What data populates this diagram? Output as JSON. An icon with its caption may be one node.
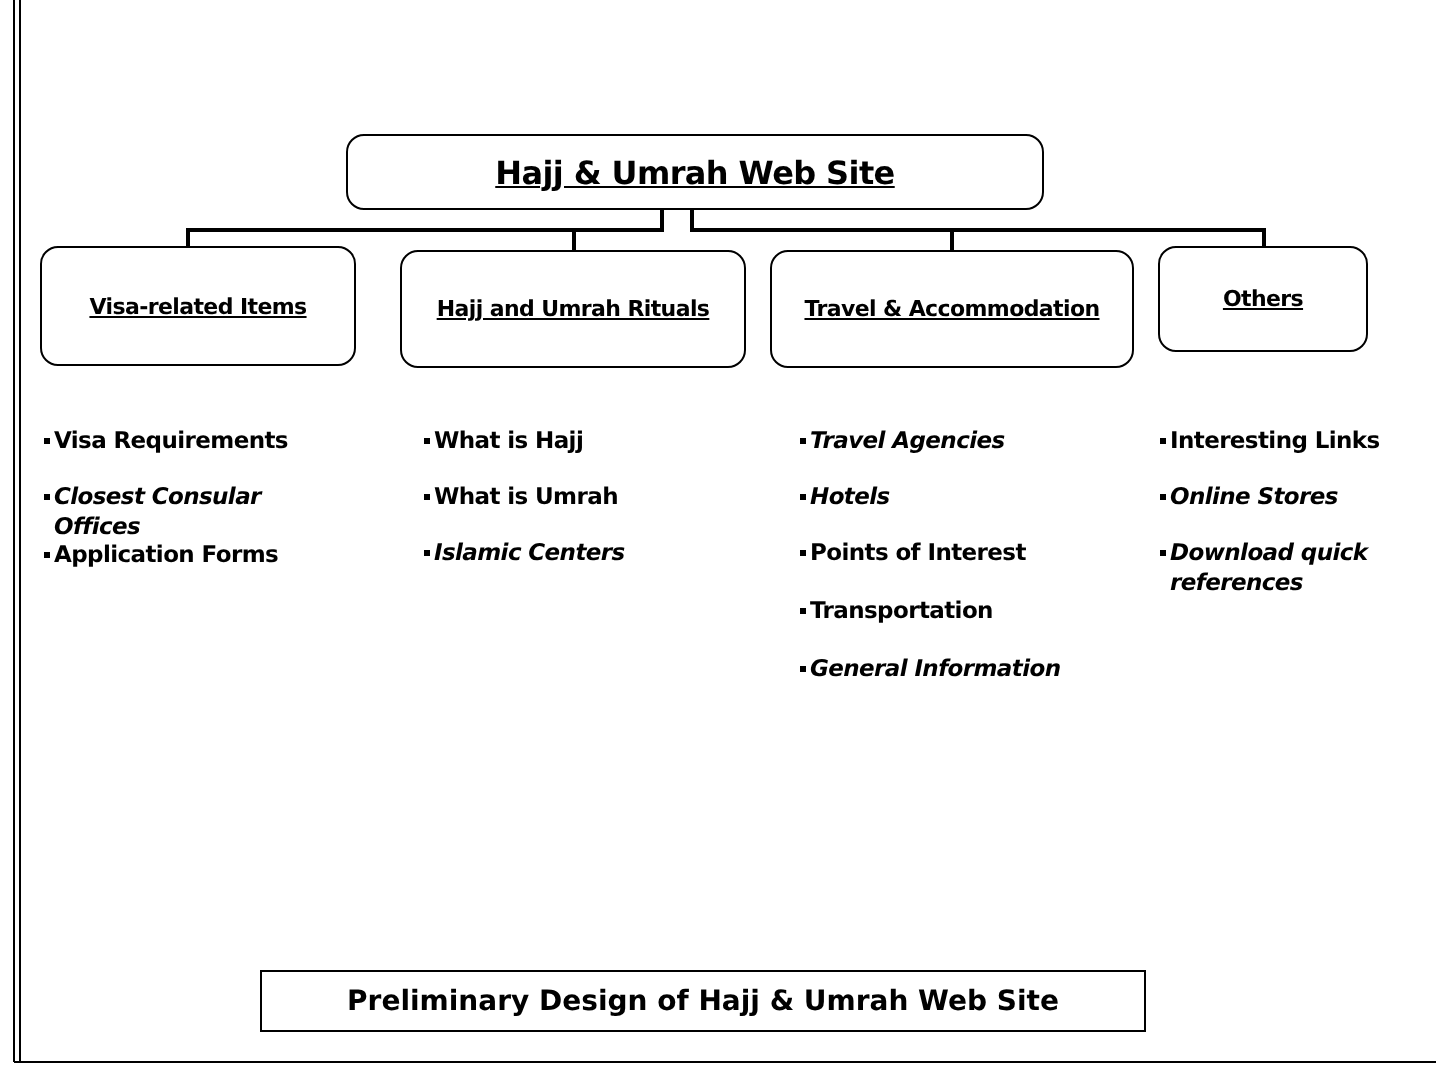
{
  "diagram": {
    "caption": "Preliminary Design of Hajj & Umrah Web Site",
    "nodes": [
      {
        "text": [
          "Hajj & Umrah Web Site"
        ]
      },
      {
        "text": [
          "Visa-related Items"
        ]
      },
      {
        "text": [
          "Hajj and Umrah Rituals"
        ]
      },
      {
        "text": [
          "Travel & Accommodation"
        ]
      },
      {
        "text": [
          "Others"
        ]
      }
    ],
    "edges": [
      {
        "from": 0,
        "to": 1,
        "arrow": "none"
      },
      {
        "from": 0,
        "to": 2,
        "arrow": "none"
      },
      {
        "from": 0,
        "to": 3,
        "arrow": "none"
      },
      {
        "from": 0,
        "to": 4,
        "arrow": "none"
      }
    ],
    "labels": [
      "Visa Requirements",
      "Closest Consular Offices",
      "Application Forms",
      "What is Hajj",
      "What is Umrah",
      "Islamic Centers",
      "Travel Agencies",
      "Hotels",
      "Points of Interest",
      "Transportation",
      "General Information",
      "Interesting Links",
      "Online Stores",
      "Download quick references"
    ]
  }
}
